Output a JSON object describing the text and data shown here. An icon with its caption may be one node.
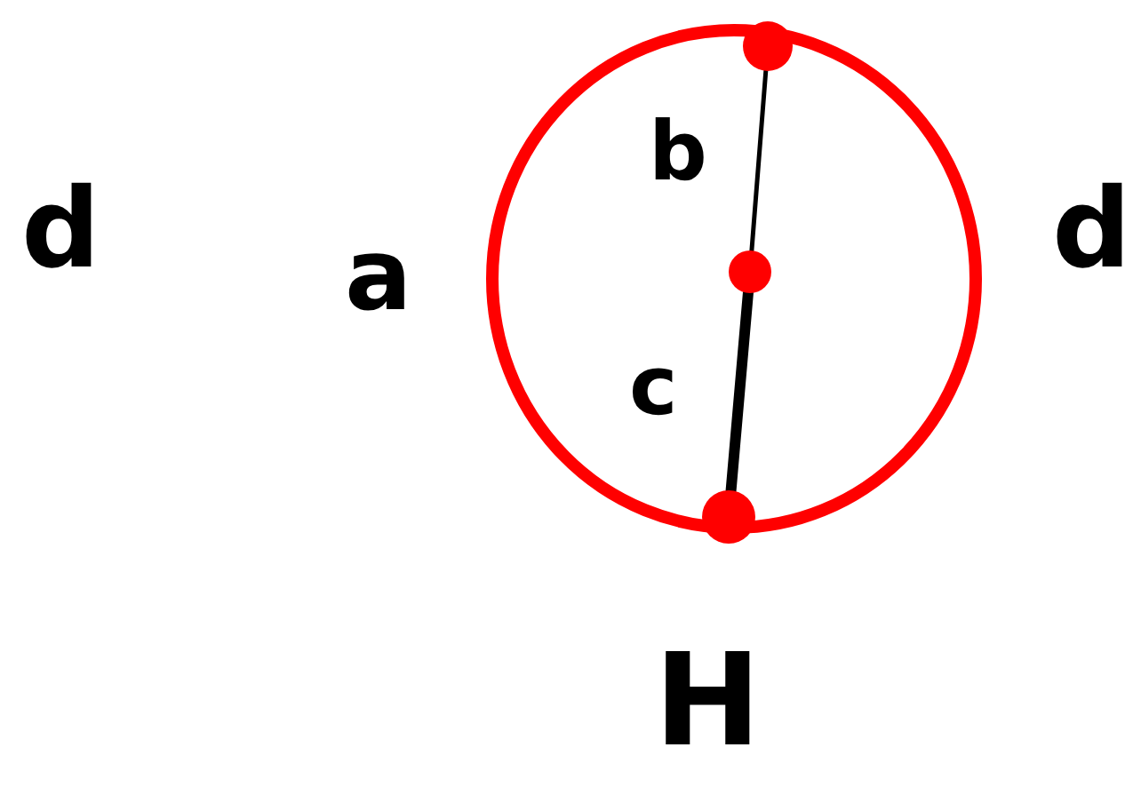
{
  "diagram": {
    "nodes": [
      {
        "text": [],
        "shape": "circle"
      },
      {
        "text": [],
        "shape": "circle"
      },
      {
        "text": [],
        "shape": "circle"
      }
    ],
    "edges": [
      {
        "from": 0,
        "to": 1,
        "arrow": "none",
        "label": "b"
      },
      {
        "from": 1,
        "to": 2,
        "arrow": "none",
        "label": "c",
        "style": "thick"
      }
    ],
    "labels": [
      "d",
      "a",
      "d",
      "H"
    ]
  }
}
